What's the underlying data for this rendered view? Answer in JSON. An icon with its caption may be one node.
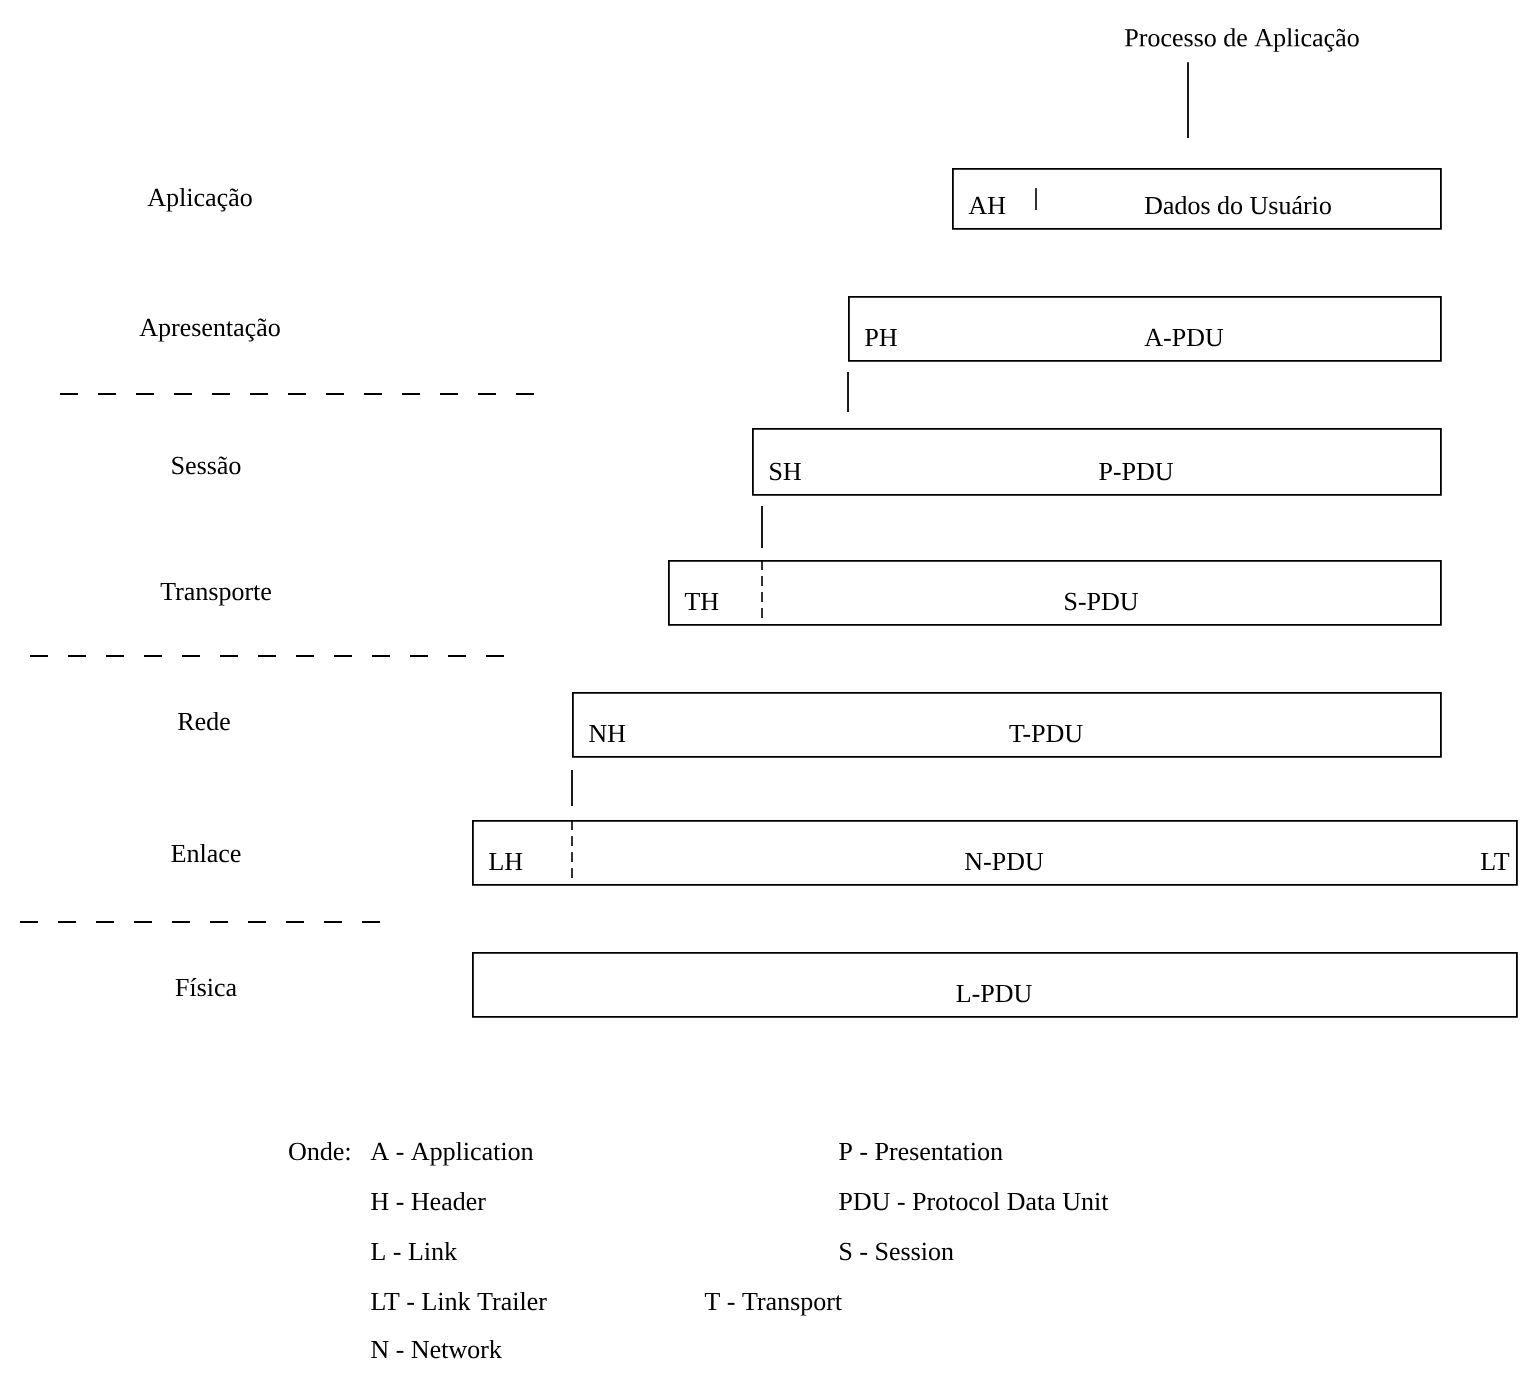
{
  "diagram": {
    "nodes": [
      {
        "text": [
          "Processo de Aplicação"
        ]
      },
      {
        "text": [
          "AH",
          "Dados do Usuário"
        ]
      },
      {
        "text": [
          "PH",
          "A-PDU"
        ]
      },
      {
        "text": [
          "SH",
          "P-PDU"
        ]
      },
      {
        "text": [
          "TH",
          "S-PDU"
        ]
      },
      {
        "text": [
          "NH",
          "T-PDU"
        ]
      },
      {
        "text": [
          "LH",
          "N-PDU",
          "LT"
        ]
      },
      {
        "text": [
          "L-PDU"
        ]
      }
    ],
    "edges": [
      {
        "from": 0,
        "to": 1,
        "arrow": "none"
      }
    ],
    "labels": [
      "Aplicação",
      "Apresentação",
      "Sessão",
      "Transporte",
      "Rede",
      "Enlace",
      "Física",
      "Onde:",
      "A - Application",
      "P - Presentation",
      "H - Header",
      "PDU - Protocol Data Unit",
      "L - Link",
      "S - Session",
      "LT - Link Trailer",
      "T - Transport",
      "N - Network"
    ]
  }
}
